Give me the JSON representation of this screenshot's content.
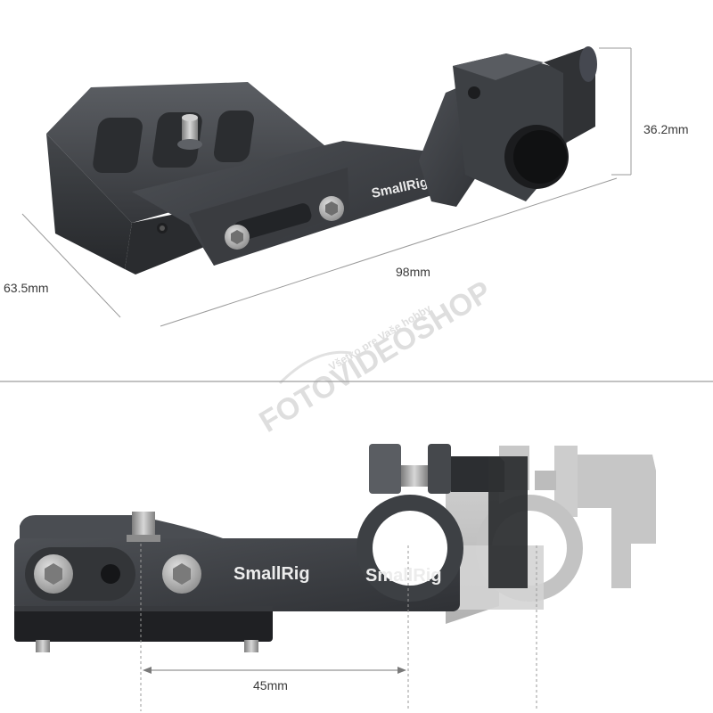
{
  "dimensions": {
    "height": "36.2mm",
    "width": "63.5mm",
    "length": "98mm",
    "travel": "45mm"
  },
  "product": {
    "brand_top": "SmallRig",
    "brand_bottom_1": "SmallRig",
    "brand_bottom_2": "SmallRig"
  },
  "watermark": {
    "tagline": "Všetko pre Vaše hobby",
    "name": "FOTOVIDEOSHOP"
  },
  "colors": {
    "metal_dark": "#3b3d41",
    "metal_mid": "#55585d",
    "metal_light": "#8a8d92",
    "ghost": "#bdbdbd",
    "line": "#9a9a9a"
  }
}
